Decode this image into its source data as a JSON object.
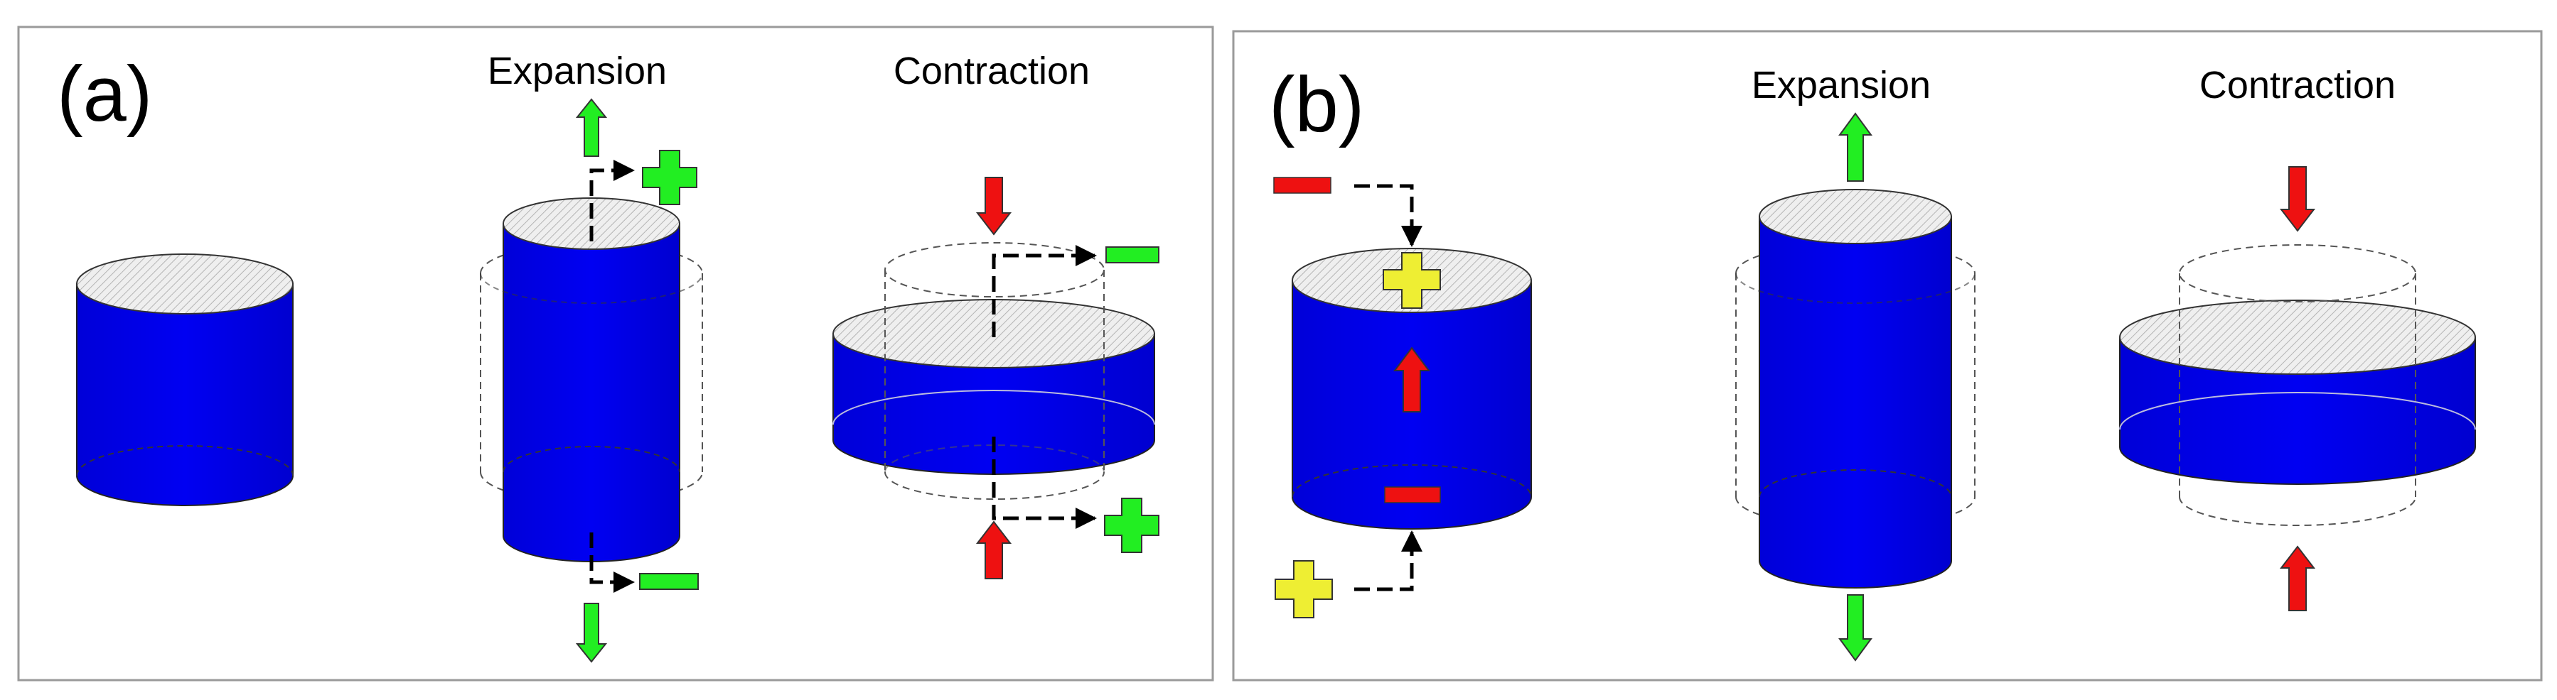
{
  "panel_a": {
    "label": "(a)",
    "expansion_title": "Expansion",
    "contraction_title": "Contraction"
  },
  "panel_b": {
    "label": "(b)",
    "expansion_title": "Expansion",
    "contraction_title": "Contraction"
  },
  "colors": {
    "cylinder_blue": "#0000ee",
    "green_arrow": "#22ee22",
    "red_arrow": "#ee1111",
    "yellow_sign": "#eeee33",
    "cap_hatch": "#d8d8d8",
    "frame": "#999999"
  },
  "icons": {
    "plus_sign": "plus-icon",
    "minus_sign": "minus-icon",
    "arrow": "arrow-icon"
  }
}
